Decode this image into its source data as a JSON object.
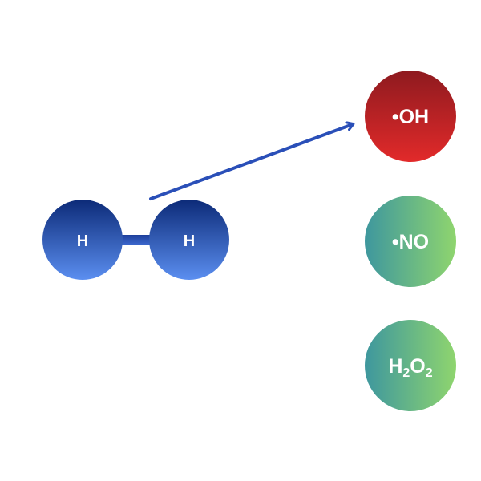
{
  "molecule": {
    "atoms": [
      {
        "label": "H"
      },
      {
        "label": "H"
      }
    ]
  },
  "species": [
    {
      "label": "•OH",
      "highlighted": true,
      "color_top": "#8e1a1f",
      "color_bottom": "#e02a2a"
    },
    {
      "label": "•NO",
      "highlighted": false,
      "color_left": "#3f9a9c",
      "color_right": "#8ed46f"
    },
    {
      "label_parts": [
        "H",
        "2",
        "O",
        "2"
      ],
      "text": "H₂O₂",
      "highlighted": false,
      "color_left": "#3f9a9c",
      "color_right": "#8ed46f"
    }
  ],
  "colors": {
    "hydrogen_top": "#0c2a78",
    "hydrogen_bottom": "#5b8ef0",
    "bond": "#2c4fb0",
    "arrow": "#2a4fb8"
  },
  "arrow": {
    "from": "molecule",
    "to": "species.0"
  }
}
